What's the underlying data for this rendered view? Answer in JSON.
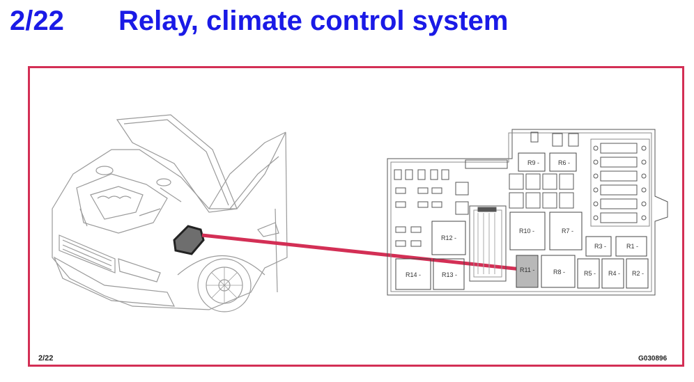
{
  "header": {
    "page_number": "2/22",
    "title": "Relay, climate control system"
  },
  "footer": {
    "page_ref": "2/22",
    "figure_code": "G030896"
  },
  "relay_labels": {
    "r1": "R1 -",
    "r2": "R2 -",
    "r3": "R3 -",
    "r4": "R4 -",
    "r5": "R5 -",
    "r6": "R6 -",
    "r7": "R7 -",
    "r8": "R8 -",
    "r9": "R9 -",
    "r10": "R10 -",
    "r11": "R11 -",
    "r12": "R12 -",
    "r13": "R13 -",
    "r14": "R14 -"
  },
  "colors": {
    "title_blue": "#1a1ae6",
    "frame_red": "#d32f55",
    "highlight_gray": "#b8b8b8"
  }
}
